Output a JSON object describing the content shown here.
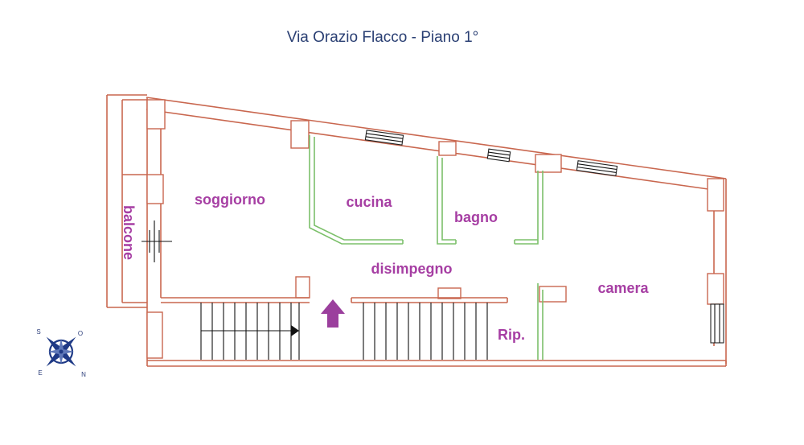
{
  "title": "Via Orazio Flacco  - Piano 1°",
  "rooms": {
    "soggiorno": "soggiorno",
    "cucina": "cucina",
    "bagno": "bagno",
    "disimpegno": "disimpegno",
    "camera": "camera",
    "balcone": "balcone",
    "ripostiglio": "Rip."
  },
  "compass": {
    "north": "N",
    "south": "S",
    "east": "E",
    "west": "O"
  },
  "colors": {
    "walls": "#c9674f",
    "partitions": "#7cc06a",
    "labels": "#a63ea3",
    "title": "#2a3f73",
    "entrance_arrow": "#9b3f9d",
    "compass": "#1f3a86"
  },
  "icons": {
    "entrance": "entrance-arrow-icon",
    "compass": "compass-rose-icon"
  }
}
